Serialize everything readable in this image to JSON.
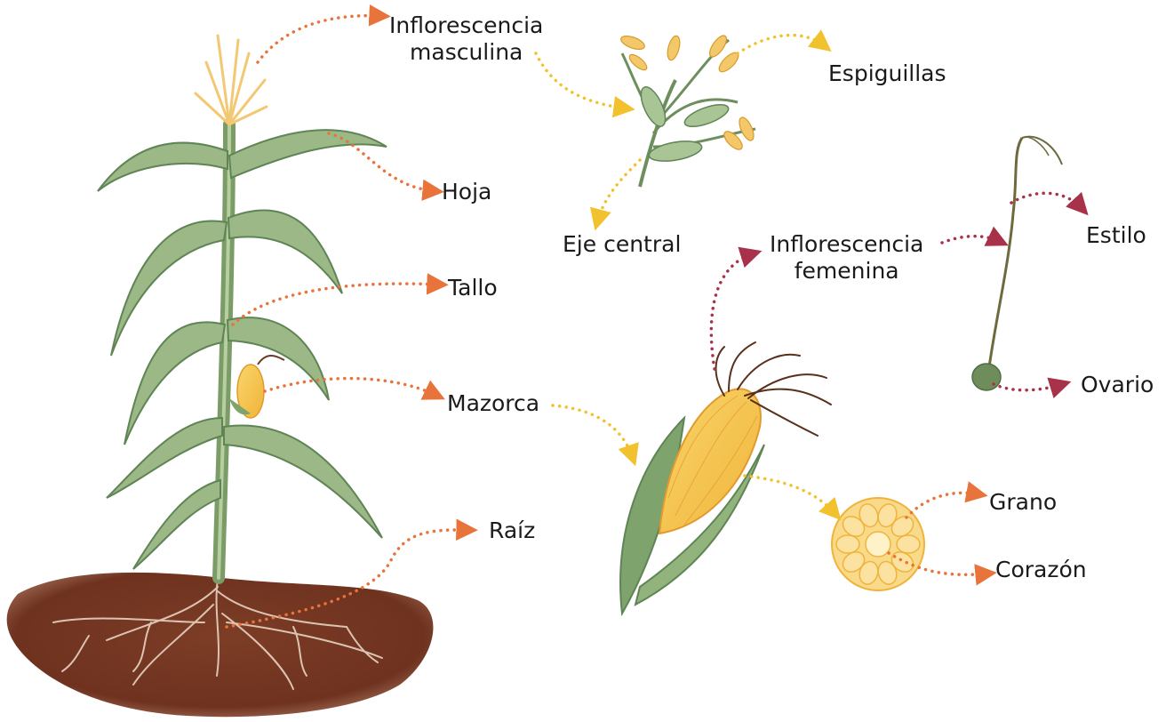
{
  "labels": {
    "inflorescencia_masculina": "Inflorescencia\nmasculina",
    "espiguillas": "Espiguillas",
    "hoja": "Hoja",
    "eje_central": "Eje central",
    "inflorescencia_femenina": "Inflorescencia\nfemenina",
    "estilo": "Estilo",
    "tallo": "Tallo",
    "mazorca": "Mazorca",
    "ovario": "Ovario",
    "grano": "Grano",
    "raiz": "Raíz",
    "corazon": "Corazón"
  },
  "colors": {
    "orange_arrow": "#e8743b",
    "yellow_arrow": "#f2c12e",
    "maroon_arrow": "#a8324a",
    "soil": "#7a3b26",
    "leaf": "#8fae7c",
    "leaf_dark": "#5f8455",
    "corn": "#f5c24a",
    "silk": "#6b3b22"
  }
}
